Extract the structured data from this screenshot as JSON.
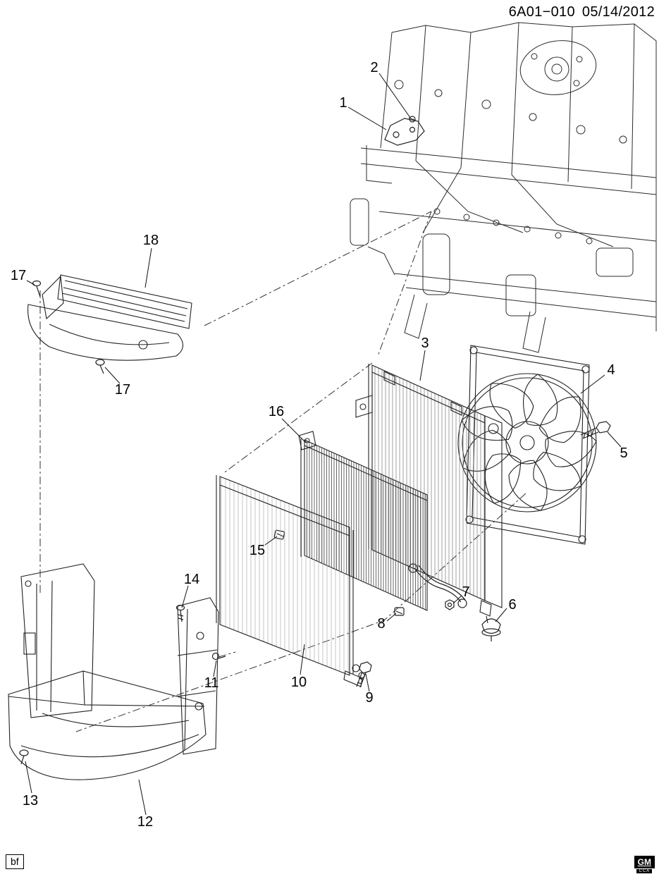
{
  "header": {
    "doc_code": "6A01−010",
    "date": "05/14/2012"
  },
  "footer": {
    "page_tag": "bf",
    "logo_text": "GM",
    "logo_subtext": "CCA"
  },
  "callouts": [
    {
      "label": "1"
    },
    {
      "label": "2"
    },
    {
      "label": "3"
    },
    {
      "label": "4"
    },
    {
      "label": "5"
    },
    {
      "label": "6"
    },
    {
      "label": "7"
    },
    {
      "label": "8"
    },
    {
      "label": "9"
    },
    {
      "label": "10"
    },
    {
      "label": "11"
    },
    {
      "label": "12"
    },
    {
      "label": "13"
    },
    {
      "label": "14"
    },
    {
      "label": "15"
    },
    {
      "label": "16"
    },
    {
      "label": "17"
    },
    {
      "label": "17"
    },
    {
      "label": "18"
    }
  ]
}
